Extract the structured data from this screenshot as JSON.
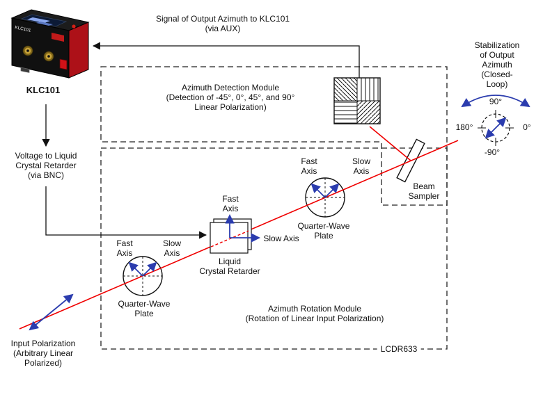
{
  "device": {
    "caption": "KLC101",
    "front_label": "KLC101"
  },
  "labels": {
    "signal": "Signal of Output Azimuth to KLC101\n(via AUX)",
    "voltage": "Voltage to Liquid\nCrystal Retarder\n(via BNC)",
    "input_polarization": "Input Polarization\n(Arbitrary Linear\nPolarized)"
  },
  "detection_module": {
    "title": "Azimuth Detection Module\n(Detection of -45°, 0°, 45°, and 90°\nLinear Polarization)"
  },
  "rotation_module": {
    "title": "Azimuth Rotation Module\n(Rotation of Linear Input Polarization)",
    "model": "LCDR633"
  },
  "stabilization": {
    "title": "Stabilization\nof Output Azimuth\n(Closed-Loop)",
    "angle_top": "90°",
    "angle_left": "180°",
    "angle_right": "0°",
    "angle_bottom": "-90°"
  },
  "optics": {
    "qwp1": {
      "fast_axis": "Fast\nAxis",
      "slow_axis": "Slow\nAxis",
      "caption": "Quarter-Wave\nPlate"
    },
    "qwp2": {
      "fast_axis": "Fast\nAxis",
      "slow_axis": "Slow\nAxis",
      "caption": "Quarter-Wave\nPlate"
    },
    "liquid_crystal_retarder": {
      "fast_axis": "Fast\nAxis",
      "slow_axis": "Slow Axis",
      "caption": "Liquid\nCrystal Retarder"
    },
    "beam_sampler": {
      "caption": "Beam\nSampler"
    }
  },
  "colors": {
    "beam_red": "#f00000",
    "arrow_blue": "#2b3cae",
    "device_red": "#ad1118"
  }
}
